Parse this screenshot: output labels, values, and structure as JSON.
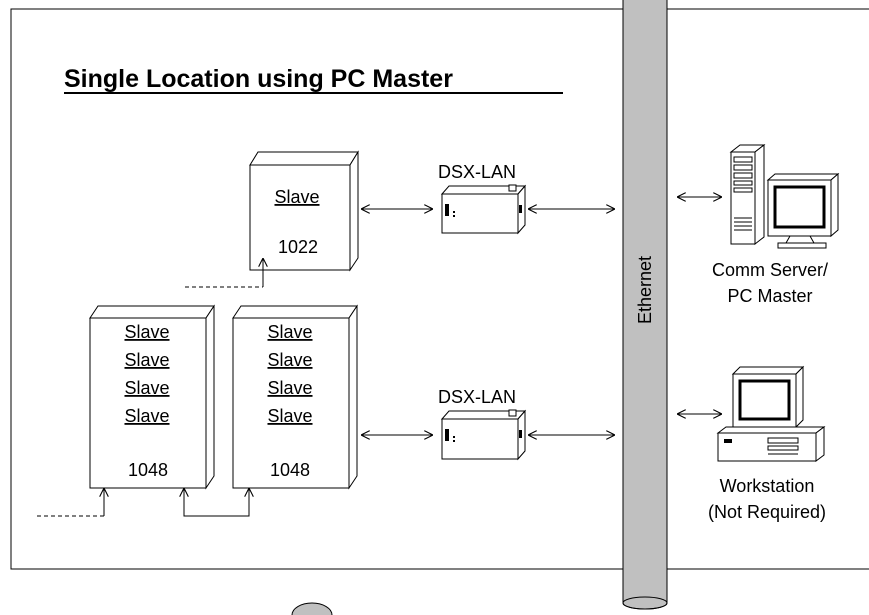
{
  "title": "Single Location using PC Master",
  "colors": {
    "cabinet_fill": "#ffffff",
    "ethernet_fill": "#c0c0c0",
    "stroke": "#000000"
  },
  "slave_label": "Slave",
  "upper_slave_id": "1022",
  "lower_left_slave_id": "1048",
  "lower_right_slave_id": "1048",
  "dsx_upper_label": "DSX-LAN",
  "dsx_lower_label": "DSX-LAN",
  "ethernet_label": "Ethernet",
  "comm_server_line1": "Comm Server/",
  "comm_server_line2": "PC Master",
  "workstation_line1": "Workstation",
  "workstation_line2": "(Not Required)",
  "icons": [
    "cabinet-icon",
    "dsx-lan-module-icon",
    "tower-pc-icon",
    "monitor-icon",
    "desktop-pc-icon"
  ]
}
